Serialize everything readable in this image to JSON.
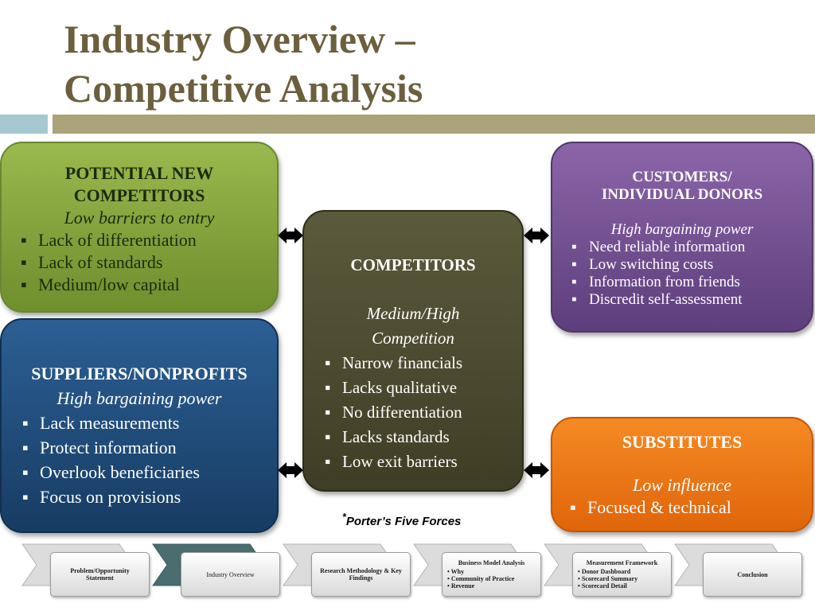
{
  "title_line1": "Industry Overview –",
  "title_line2": "Competitive Analysis",
  "forces": {
    "new_entrants": {
      "heading_line1": "POTENTIAL NEW",
      "heading_line2": "COMPETITORS",
      "subtitle": "Low barriers to entry",
      "items": [
        "Lack of differentiation",
        "Lack of standards",
        "Medium/low capital"
      ]
    },
    "suppliers": {
      "heading": "SUPPLIERS/NONPROFITS",
      "subtitle": "High bargaining power",
      "items": [
        "Lack measurements",
        "Protect information",
        "Overlook beneficiaries",
        "Focus on provisions"
      ]
    },
    "competitors": {
      "heading": "COMPETITORS",
      "subtitle_line1": "Medium/High",
      "subtitle_line2": "Competition",
      "items": [
        "Narrow financials",
        "Lacks qualitative",
        "No differentiation",
        "Lacks standards",
        "Low exit barriers"
      ]
    },
    "customers": {
      "heading_line1": "CUSTOMERS/",
      "heading_line2": "INDIVIDUAL DONORS",
      "subtitle": "High bargaining power",
      "items": [
        "Need reliable information",
        "Low switching costs",
        "Information from friends",
        "Discredit self-assessment"
      ]
    },
    "substitutes": {
      "heading": "SUBSTITUTES",
      "subtitle": "Low influence",
      "items": [
        "Focused & technical"
      ]
    }
  },
  "caption_mark": "*",
  "caption": "Porter’s Five Forces",
  "nav": {
    "active_index": 1,
    "steps": [
      {
        "label": "Problem/Opportunity Statement"
      },
      {
        "label": "Industry Overview"
      },
      {
        "label": "Research Methodology & Key Findings"
      },
      {
        "label": "Business Model Analysis",
        "subs": [
          "Why",
          "Community of Practice",
          "Revenue"
        ]
      },
      {
        "label": "Measurement Framework",
        "subs": [
          "Donor Dashboard",
          "Scorecard Summary",
          "Scorecard Detail"
        ]
      },
      {
        "label": "Conclusion"
      }
    ]
  },
  "colors": {
    "title": "#6b5f3e",
    "new_entrants": "#86a63f",
    "suppliers": "#1f4a78",
    "competitors": "#4d4b30",
    "customers": "#744f93",
    "substitutes": "#f07a15",
    "nav_active": "#4a6e70"
  }
}
